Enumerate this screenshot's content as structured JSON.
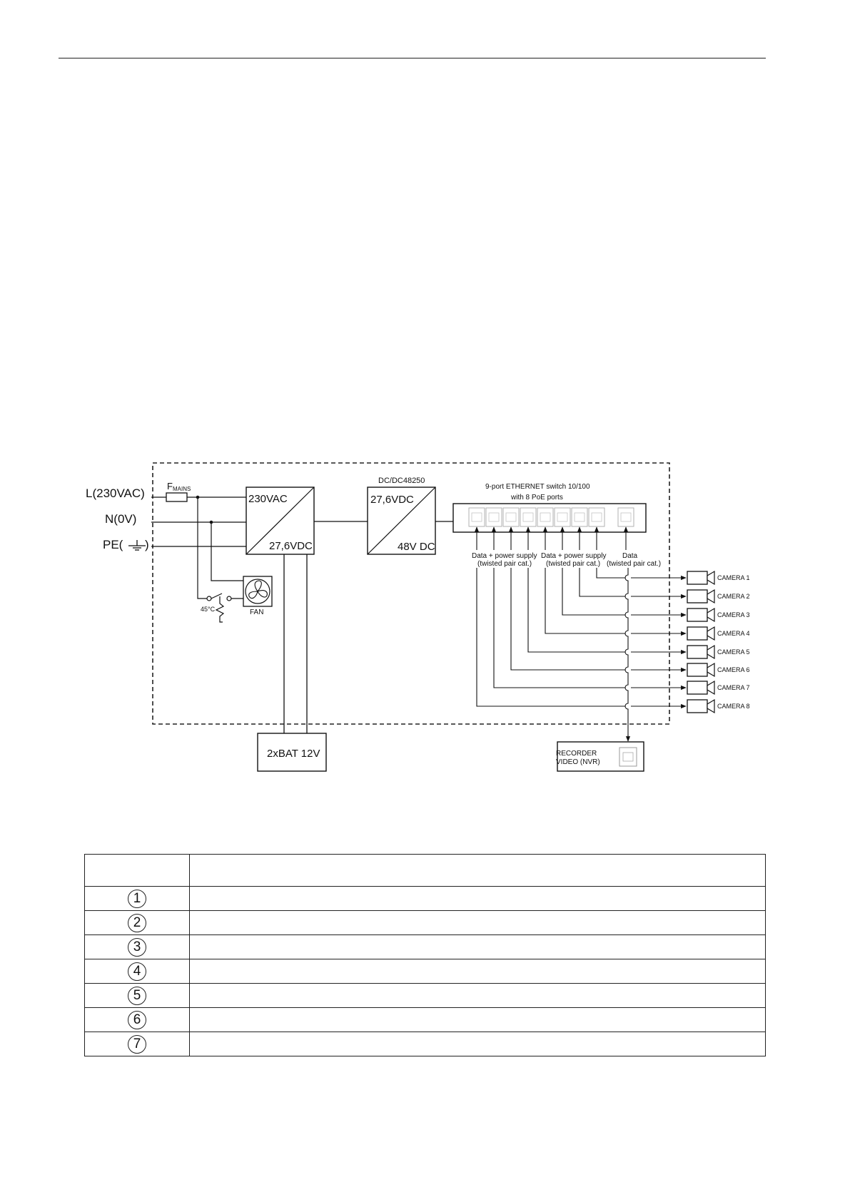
{
  "inputs": {
    "line": "L(230VAC)",
    "neutral": "N(0V)",
    "pe": "PE(",
    "pe_close": ")"
  },
  "fuse": {
    "label": "F",
    "sub": "MAINS"
  },
  "psu": {
    "in": "230VAC",
    "out": "27,6VDC"
  },
  "thermo": {
    "temp": "45°C"
  },
  "fan": {
    "label": "FAN"
  },
  "dcdc": {
    "title": "DC/DC48250",
    "in": "27,6VDC",
    "out": "48V DC"
  },
  "switch": {
    "title_line1": "9-port ETHERNET switch 10/100",
    "title_line2": "with 8 PoE ports"
  },
  "port_notes": [
    {
      "line1": "Data + power supply",
      "line2": "(twisted pair cat.)"
    },
    {
      "line1": "Data + power supply",
      "line2": "(twisted pair cat.)"
    },
    {
      "line1": "Data",
      "line2": "(twisted pair cat.)"
    }
  ],
  "cameras": [
    "CAMERA 1",
    "CAMERA 2",
    "CAMERA 3",
    "CAMERA 4",
    "CAMERA 5",
    "CAMERA 6",
    "CAMERA 7",
    "CAMERA 8"
  ],
  "battery": {
    "label": "2xBAT 12V"
  },
  "recorder": {
    "line1": "RECORDER",
    "line2": "VIDEO (NVR)"
  },
  "legend": {
    "numbers": [
      "1",
      "2",
      "3",
      "4",
      "5",
      "6",
      "7"
    ]
  }
}
